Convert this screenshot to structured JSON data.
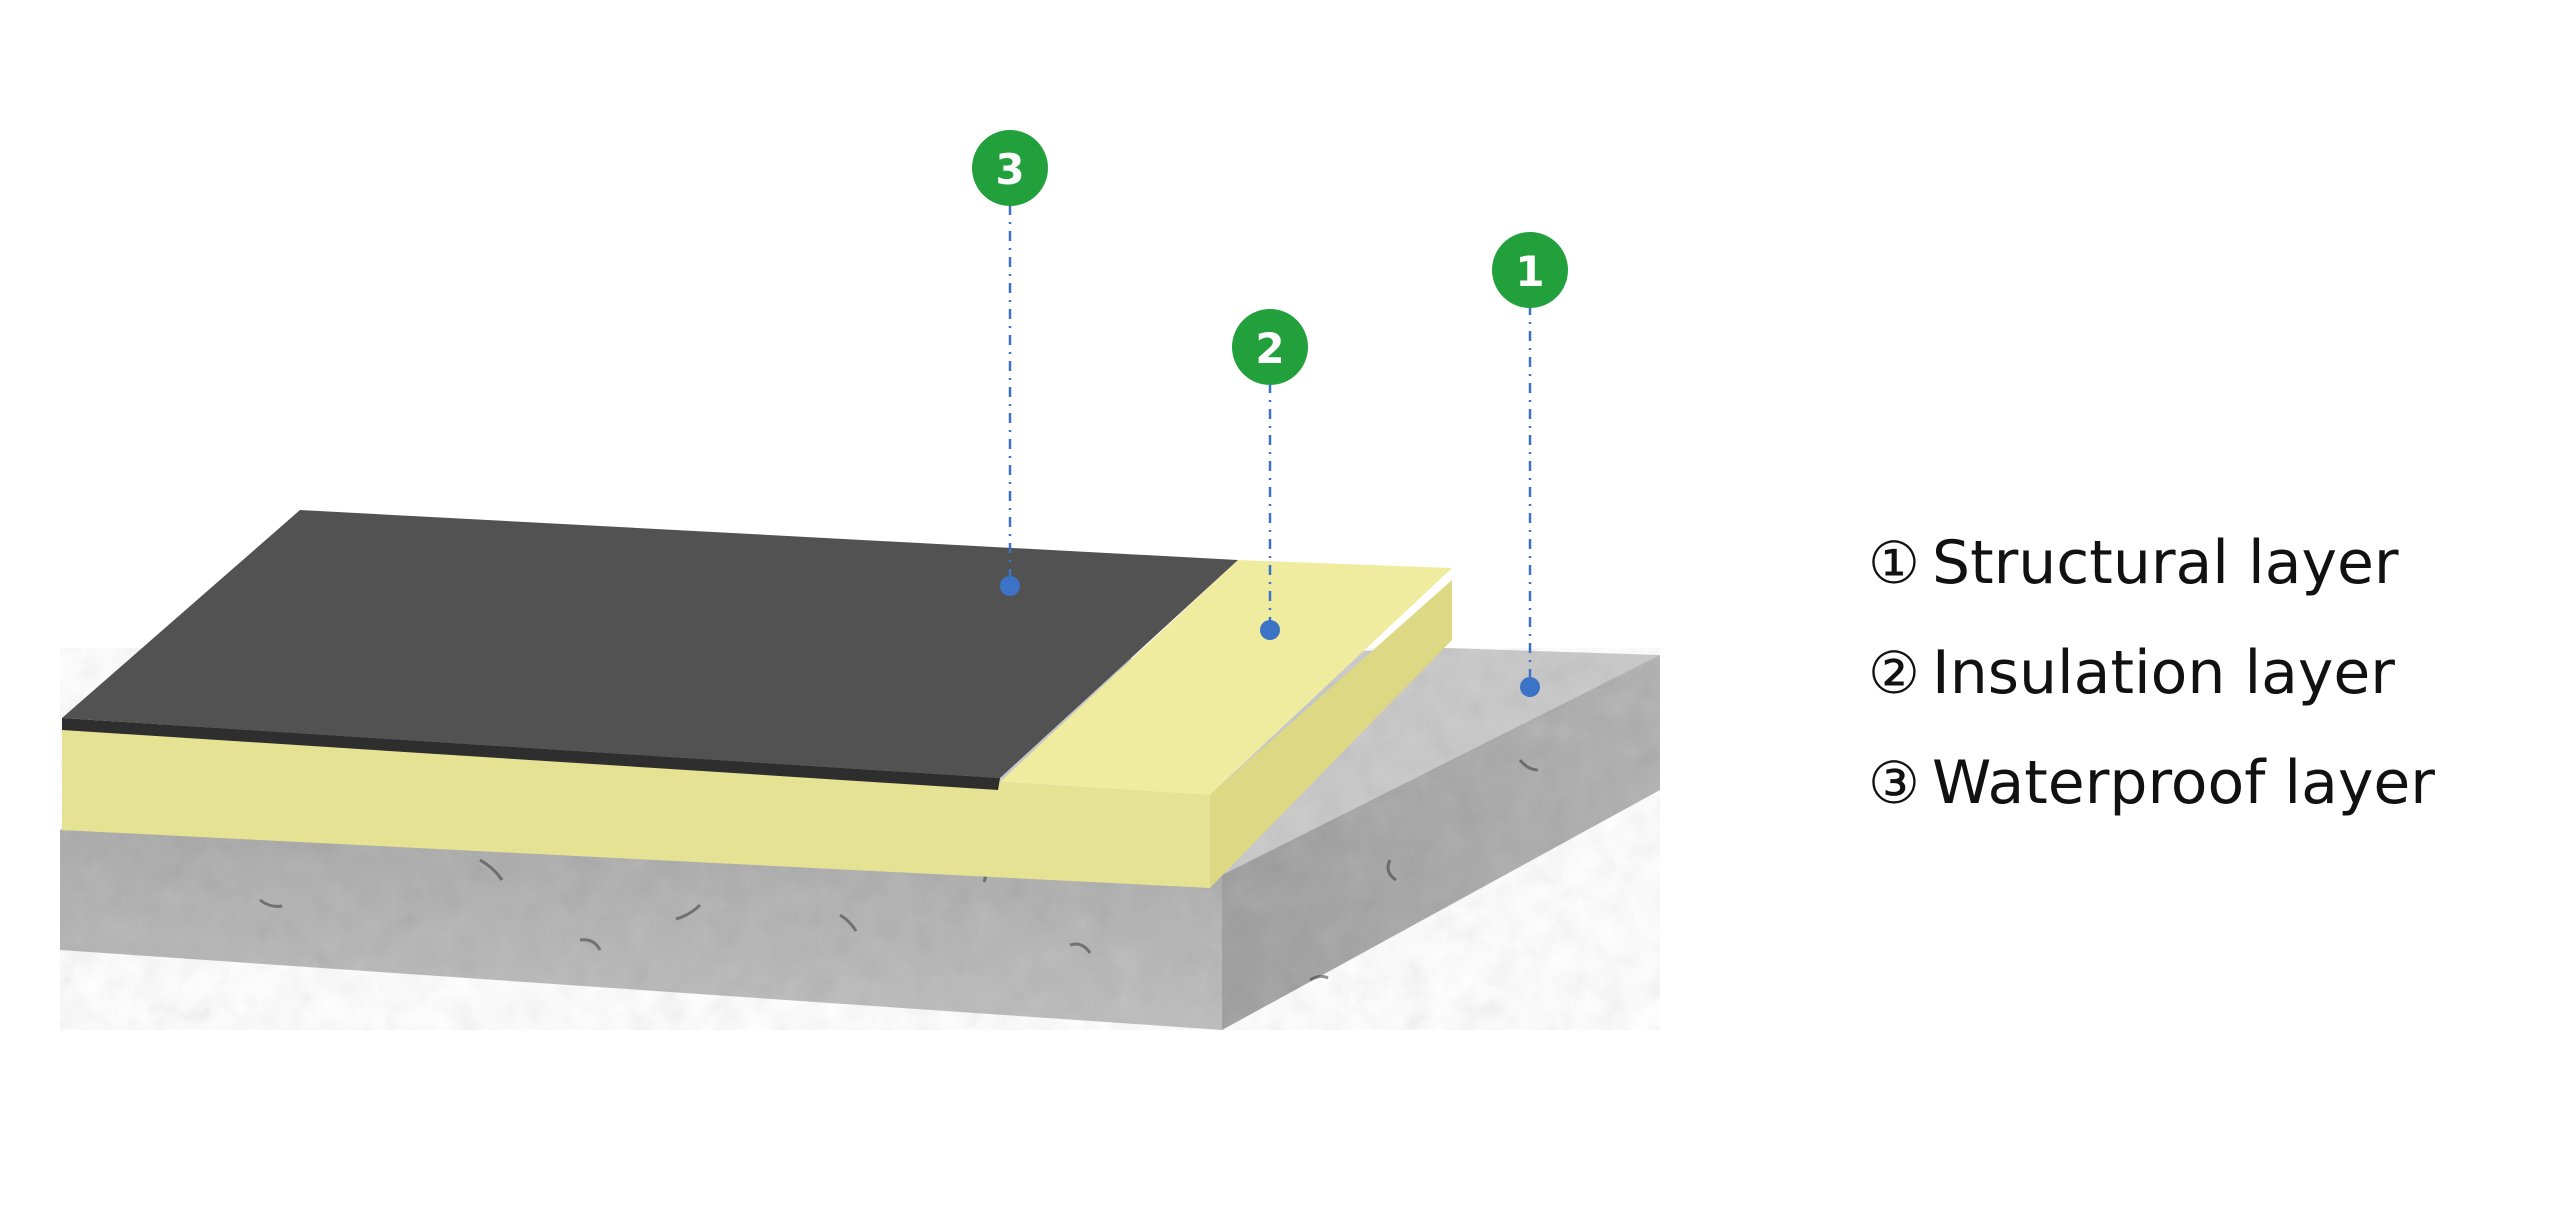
{
  "markers": [
    {
      "id": 1,
      "label": "1"
    },
    {
      "id": 2,
      "label": "2"
    },
    {
      "id": 3,
      "label": "3"
    }
  ],
  "legend": {
    "items": [
      {
        "number": "①",
        "text": "Structural layer"
      },
      {
        "number": "②",
        "text": "Insulation layer"
      },
      {
        "number": "③",
        "text": "Waterproof layer"
      }
    ]
  },
  "colors": {
    "marker": "#22a03c",
    "leader": "#3d73c7",
    "waterproof": "#505050",
    "insulation": "#e7e394",
    "concrete": "#b9b9b9"
  }
}
